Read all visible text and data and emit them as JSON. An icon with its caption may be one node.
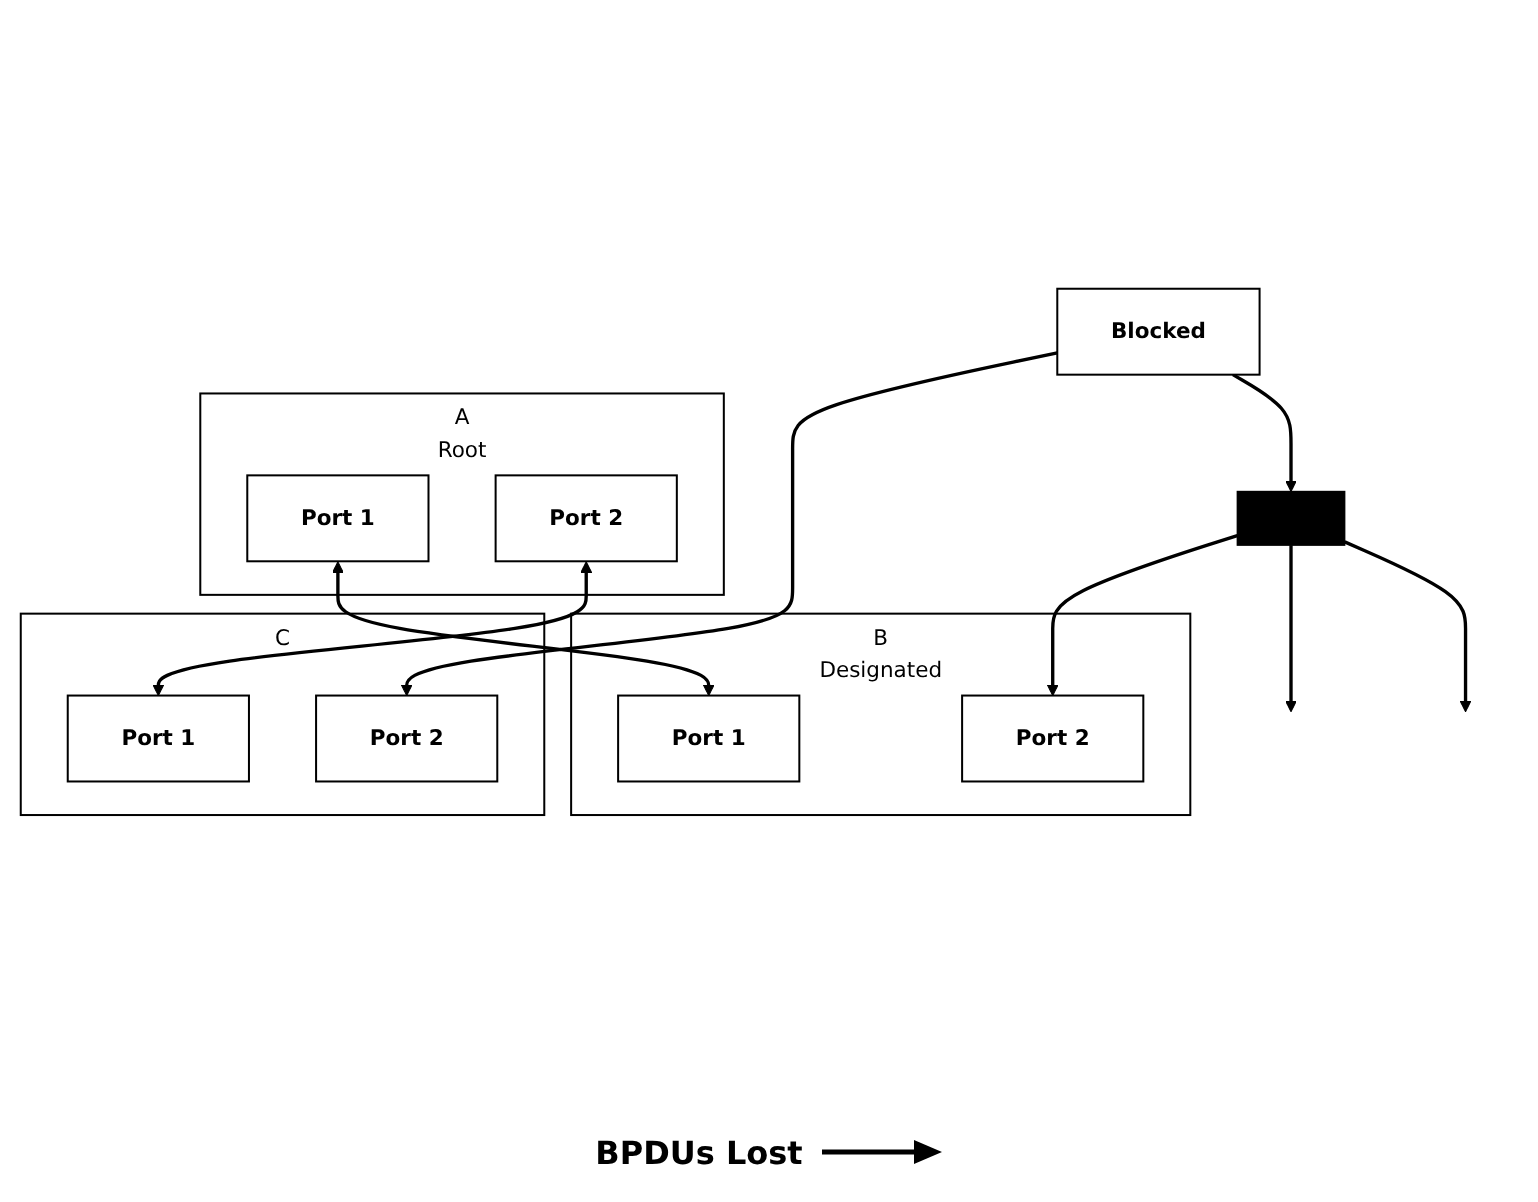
{
  "diagram": {
    "nodes": [
      {
        "text": [
          "A",
          "Root"
        ]
      },
      {
        "text": [
          "Port 1"
        ],
        "in": 0
      },
      {
        "text": [
          "Port 2"
        ],
        "in": 0
      },
      {
        "text": [
          "B",
          "Designated"
        ]
      },
      {
        "text": [
          "Port 1"
        ],
        "in": 3
      },
      {
        "text": [
          "Port 2"
        ],
        "in": 3
      },
      {
        "text": [
          "C"
        ]
      },
      {
        "text": [
          "Port 1"
        ],
        "in": 6
      },
      {
        "text": [
          "Port 2"
        ],
        "in": 6
      },
      {
        "text": [
          "Blocked"
        ]
      },
      {
        "text": [],
        "shape": "bar"
      }
    ],
    "edges": [
      {
        "from": 1,
        "to": 4,
        "arrow": "both"
      },
      {
        "from": 2,
        "to": 7,
        "arrow": "both"
      },
      {
        "from": 10,
        "to": 5,
        "arrow": "to"
      },
      {
        "from": 9,
        "to": 8,
        "arrow": "to"
      },
      {
        "from": 9,
        "to": 10,
        "arrow": "to"
      },
      {
        "from": 10,
        "to": null,
        "arrow": "to"
      },
      {
        "from": 10,
        "to": null,
        "arrow": "to"
      }
    ],
    "labels": [
      "BPDUs Lost"
    ]
  }
}
